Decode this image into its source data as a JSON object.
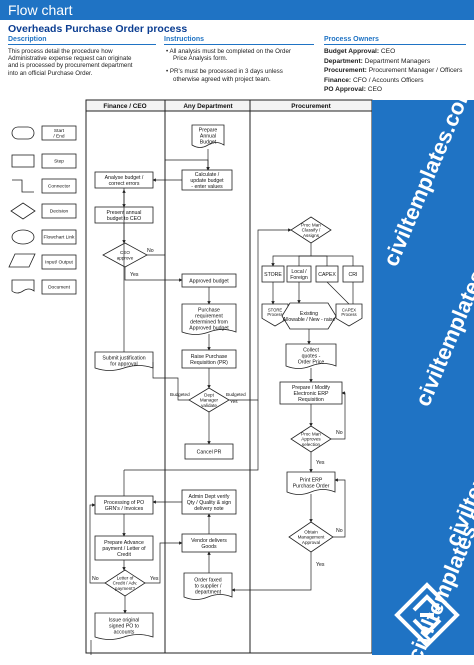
{
  "header": {
    "title": "Flow chart"
  },
  "subtitle": "Overheads Purchase Order process",
  "sections": {
    "description": {
      "heading": "Description",
      "lines": [
        "This process detail the procedure how",
        "Administrative expense request can originate",
        "and is processed by procurement department",
        "into an official Purchase Order."
      ]
    },
    "instructions": {
      "heading": "Instructions",
      "bullets": [
        [
          "All analysis must be completed on the Order",
          "Price Analysis form."
        ],
        [
          "PR's must be processed in 3 days unless",
          "otherwise agreed with project team."
        ]
      ]
    },
    "owners": {
      "heading": "Process Owners",
      "rows": [
        {
          "label": "Budget Approval:",
          "value": "CEO"
        },
        {
          "label": "Department:",
          "value": "Department Managers"
        },
        {
          "label": "Procurement:",
          "value": "Procurement Manager / Officers"
        },
        {
          "label": "Finance:",
          "value": "CFO / Accounts Officers"
        },
        {
          "label": "PO Approval:",
          "value": "CEO"
        }
      ]
    }
  },
  "watermark": "civiltemplates.com",
  "lanes": [
    "Finance / CEO",
    "Any Department",
    "Procurement"
  ],
  "legend": [
    "Start / End",
    "Step",
    "Connector",
    "Decision",
    "Flowchart Link",
    "Input/ Output",
    "Document"
  ],
  "nodes": {
    "prepare_budget": [
      "Prepare",
      "Annual",
      "Budget"
    ],
    "calc_budget": [
      "Calculate /",
      "update budget",
      "- enter values"
    ],
    "analyse_budget": [
      "Analyse budget /",
      "correct errors"
    ],
    "present_budget": [
      "Present annual",
      "budget to CEO"
    ],
    "ceo_approve": [
      "CEO",
      "approve"
    ],
    "approved_budget": [
      "Approved budget"
    ],
    "purchase_req": [
      "Purchase",
      "requirement",
      "determined from",
      "Approved budget"
    ],
    "raise_pr": [
      "Raise Purchase",
      "Requisition (PR)"
    ],
    "dept_validate": [
      "Dept",
      "Manager",
      "validate"
    ],
    "submit_just": [
      "Submit justification",
      "for approval"
    ],
    "cancel_pr": [
      "Cancel PR"
    ],
    "proc_classify": [
      "Proc Man",
      "Classify /",
      "Assigns"
    ],
    "store": [
      "STORE"
    ],
    "local_foreign": [
      "Local /",
      "Foreign"
    ],
    "capex": [
      "CAPEX"
    ],
    "cri": [
      "CRI"
    ],
    "store_process": [
      "STORE",
      "Process"
    ],
    "capex_process": [
      "CAPEX",
      "Process"
    ],
    "existing": [
      "Existing",
      "Allowable / New - raise"
    ],
    "collect_quotes": [
      "Collect",
      "quotes -",
      "Order Price"
    ],
    "prepare_erp": [
      "Prepare / Modify",
      "Electronic ERP",
      "Requisition"
    ],
    "proc_approve": [
      "Proc Man",
      "Approves",
      "selection"
    ],
    "print_erp": [
      "Print ERP",
      "Purchase Order"
    ],
    "obtain_mgmt": [
      "Obtain",
      "Management",
      "Approval"
    ],
    "admin_dept": [
      "Admin Dept verify",
      "Qty / Quality & sign",
      "delivery note"
    ],
    "processing_po": [
      "Processing of PO",
      "GRN's / Invoices"
    ],
    "prepare_advance": [
      "Prepare Advance",
      "payment / Letter of",
      "Credit"
    ],
    "vendor_delivers": [
      "Vendor delivers",
      "Goods"
    ],
    "letter_credit": [
      "Letter of",
      "Credit / Adv.",
      "payment?"
    ],
    "order_faxed": [
      "Order faxed",
      "to supplier /",
      "department"
    ],
    "issue_original": [
      "Issue original",
      "signed PO to",
      "accounts"
    ]
  },
  "edge_labels": {
    "no": "No",
    "yes": "Yes",
    "budgeted": "Budgeted",
    "budgeted_yes": "Budgeted Yes"
  },
  "colors": {
    "header": "#1f73c4",
    "accent": "#0b3d91",
    "box_stroke": "#222222"
  }
}
